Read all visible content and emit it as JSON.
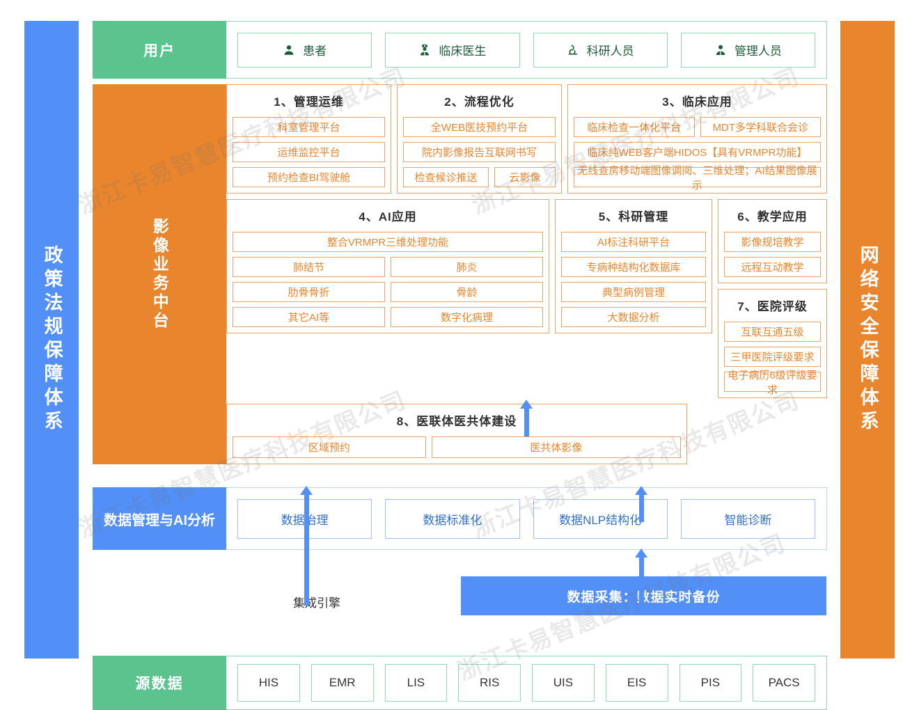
{
  "left_bar": {
    "label": "政策法规保障体系",
    "color": "#5290f7"
  },
  "right_bar": {
    "label": "网络安全保障体系",
    "color": "#e8852d"
  },
  "user_band": {
    "label": "用户",
    "color": "#5bc48e",
    "items": [
      {
        "label": "患者",
        "icon": "user-icon"
      },
      {
        "label": "临床医生",
        "icon": "doctor-icon"
      },
      {
        "label": "科研人员",
        "icon": "microscope-icon"
      },
      {
        "label": "管理人员",
        "icon": "manager-icon"
      }
    ]
  },
  "middle_band": {
    "label": "影像业务中台",
    "color": "#e8852d",
    "groups": [
      {
        "title": "1、管理运维",
        "rows": [
          [
            "科室管理平台"
          ],
          [
            "运维监控平台"
          ],
          [
            "预约检查BI驾驶舱"
          ]
        ]
      },
      {
        "title": "2、流程优化",
        "rows": [
          [
            "全WEB医技预约平台"
          ],
          [
            "院内影像报告互联网书写"
          ],
          [
            "检查候诊推送",
            "云影像"
          ]
        ]
      },
      {
        "title": "3、临床应用",
        "rows": [
          [
            "临床检查一体化平台",
            "MDT多学科联合会诊"
          ],
          [
            "临床纯WEB客户端HIDOS【具有VRMPR功能】"
          ],
          [
            "无线查房移动端图像调阅、三维处理；AI结果图像展示"
          ]
        ]
      },
      {
        "title": "4、AI应用",
        "rows": [
          [
            "整合VRMPR三维处理功能"
          ],
          [
            "肺结节",
            "肺炎"
          ],
          [
            "肋骨骨折",
            "骨龄"
          ],
          [
            "其它AI等",
            "数字化病理"
          ]
        ]
      },
      {
        "title": "5、科研管理",
        "rows": [
          [
            "AI标注科研平台"
          ],
          [
            "专病种结构化数据库"
          ],
          [
            "典型病例管理"
          ],
          [
            "大数据分析"
          ]
        ]
      },
      {
        "title": "6、教学应用",
        "rows": [
          [
            "影像规培教学"
          ],
          [
            "远程互动教学"
          ]
        ]
      },
      {
        "title": "7、医院评级",
        "rows": [
          [
            "互联互通五级"
          ],
          [
            "三甲医院评级要求"
          ],
          [
            "电子病历6级评级要求"
          ]
        ]
      },
      {
        "title": "8、医联体医共体建设",
        "rows": [
          [
            "区域预约",
            "医共体影像"
          ]
        ]
      }
    ]
  },
  "data_band": {
    "label": "数据管理与AI分析",
    "color": "#5290f7",
    "items": [
      "数据治理",
      "数据标准化",
      "数据NLP结构化",
      "智能诊断"
    ]
  },
  "connectors": {
    "engine_label": "集成引擎",
    "collect_bar": "数据采集：数据实时备份",
    "arrow_color": "#5290f7"
  },
  "source_band": {
    "label": "源数据",
    "color": "#5bc48e",
    "items": [
      "HIS",
      "EMR",
      "LIS",
      "RIS",
      "UIS",
      "EIS",
      "PIS",
      "PACS"
    ]
  },
  "watermark": {
    "text": "浙江卡易智慧医疗科技有限公司"
  }
}
